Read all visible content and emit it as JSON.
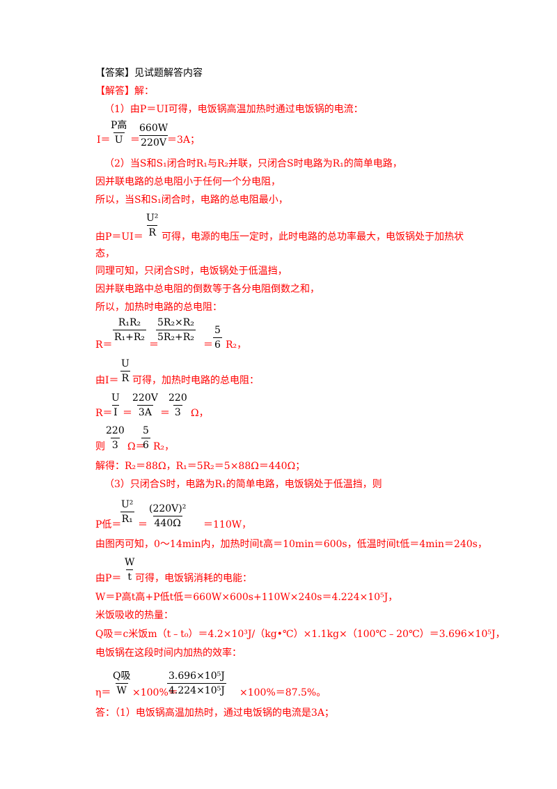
{
  "heading": {
    "answer_tag": "【答案】",
    "answer_text": "见试题解答内容",
    "solution_tag": "【解答】",
    "solution_text": "解："
  },
  "part1": {
    "intro": "（1）由P＝UI可得，电饭锅高温加热时通过电饭锅的电流：",
    "lhs": "I＝",
    "f1_num": "P高",
    "f1_den": "U",
    "eq": "＝",
    "f2_num": "660W",
    "f2_den": "220V",
    "result": "＝3A；"
  },
  "part2": {
    "line1": "（2）当S和S₁闭合时R₁与R₂并联，只闭合S时电路为R₁的简单电路，",
    "line2": "因并联电路的总电阻小于任何一个分电阻，",
    "line3": "所以，当S和S₁闭合时，电路的总电阻最小，",
    "line4_pre": "由P＝UI＝",
    "line4_num": "U²",
    "line4_den": "R",
    "line4_post": "可得，电源的电压一定时，此时电路的总功率最大，电饭锅处于加热状",
    "line5": "态，",
    "line6": "同理可知，只闭合S时，电饭锅处于低温挡，",
    "line7": "因并联电路中总电阻的倒数等于各分电阻倒数之和，",
    "line8": "所以，加热时电路的总电阻：",
    "r_lhs": "R＝",
    "r_f1_num": "R₁R₂",
    "r_f1_den": "R₁+R₂",
    "r_eq": "＝",
    "r_f2_num": "5R₂×R₂",
    "r_f2_den": "5R₂+R₂",
    "r_eq2": "＝",
    "r_f3_num": "5",
    "r_f3_den": "6",
    "r_tail": "R₂，",
    "i_pre": "由I＝",
    "i_num": "U",
    "i_den": "R",
    "i_post": "可得，加热时电路的总电阻：",
    "r2_lhs": "R＝",
    "r2_f1_num": "U",
    "r2_f1_den": "I",
    "r2_eq": "＝",
    "r2_f2_num": "220V",
    "r2_f2_den": "3A",
    "r2_eq2": "＝",
    "r2_f3_num": "220",
    "r2_f3_den": "3",
    "r2_tail": "Ω，",
    "then_pre": "则",
    "then_f1_num": "220",
    "then_f1_den": "3",
    "then_mid": "Ω＝",
    "then_f2_num": "5",
    "then_f2_den": "6",
    "then_tail": "R₂，",
    "solve": "解得：R₂＝88Ω，R₁＝5R₂＝5×88Ω＝440Ω；"
  },
  "part3": {
    "intro": "（3）只闭合S时，电路为R₁的简单电路，电饭锅处于低温挡，则",
    "p_lhs": "P低＝",
    "p_f1_num": "U²",
    "p_f1_den": "R₁",
    "p_eq": "＝",
    "p_f2_num": "(220V)²",
    "p_f2_den": "440Ω",
    "p_tail": "＝110W，",
    "time": "由图丙可知，0～14min内，加热时间t高＝10min＝600s，低温时间t低＝4min＝240s，",
    "w_pre": "由P＝",
    "w_num": "W",
    "w_den": "t",
    "w_post": "可得，电饭锅消耗的电能：",
    "w_eq": "W＝P高t高+P低t低＝660W×600s+110W×240s＝4.224×10⁵J，",
    "rice": "米饭吸收的热量：",
    "q_eq": "Q吸＝c米饭m（t﹣t₀）＝4.2×10³J/（kg•℃）×1.1kg×（100℃﹣20℃）＝3.696×10⁵J，",
    "eff": "电饭锅在这段时间内加热的效率：",
    "eta_lhs": "η＝",
    "eta_f1_num": "Q吸",
    "eta_f1_den": "W",
    "eta_mid": "×100%＝",
    "eta_f2_num": "3.696×10⁵J",
    "eta_f2_den": "4.224×10⁵J",
    "eta_tail": "×100%＝87.5%。"
  },
  "answer_final": "答：（1）电饭锅高温加热时，通过电饭锅的电流是3A；",
  "colors": {
    "text_red": "#ff0000",
    "text_black": "#000000"
  }
}
